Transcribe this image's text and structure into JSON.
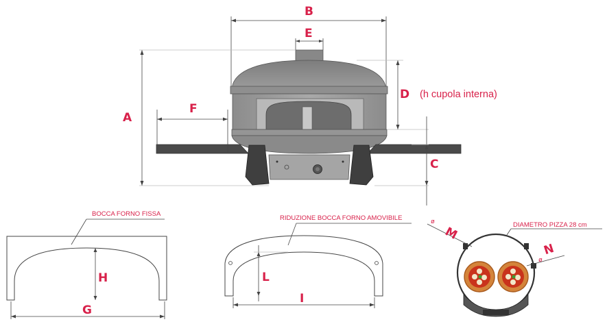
{
  "labels": {
    "A": "A",
    "B": "B",
    "C": "C",
    "D": "D",
    "E": "E",
    "F": "F",
    "G": "G",
    "H": "H",
    "I": "I",
    "L": "L",
    "M": "M",
    "N": "N"
  },
  "annotations": {
    "d_note": "(h cupola interna)",
    "fixed_mouth": "BOCCA FORNO FISSA",
    "removable_mouth": "RIDUZIONE BOCCA FORNO AMOVIBILE",
    "pizza_diameter": "DIAMETRO PIZZA 28 cm",
    "diameter_symbol_m": "ø",
    "diameter_symbol_n": "ø"
  },
  "colors": {
    "label_red": "#d8214a",
    "dome_gray": "#8a8a8a",
    "steel_dark": "#444444"
  }
}
